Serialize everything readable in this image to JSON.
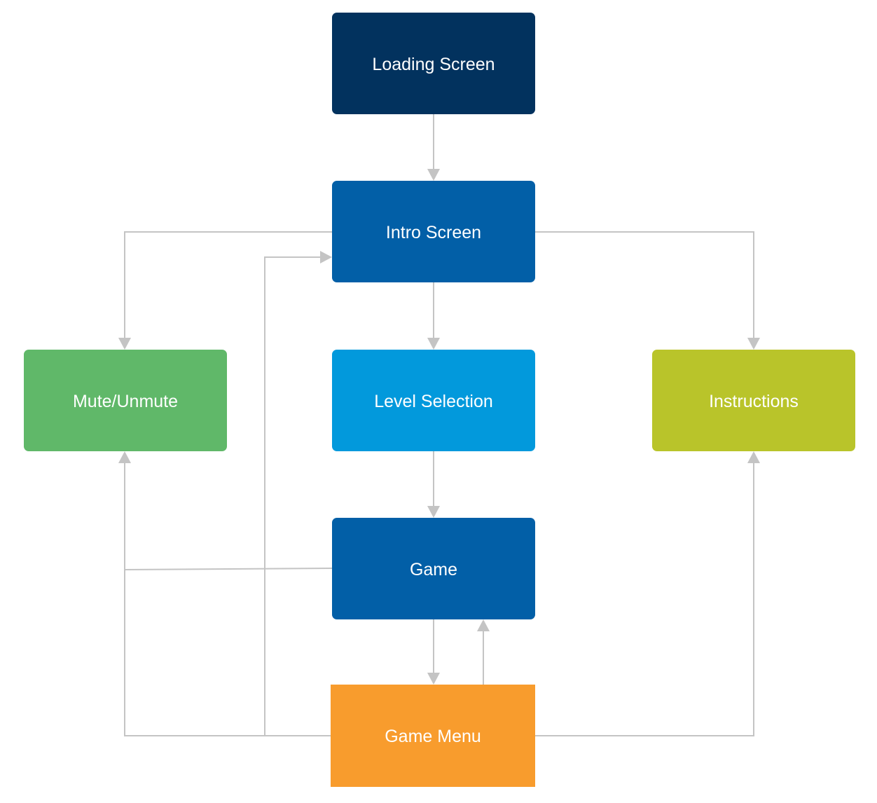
{
  "nodes": [
    {
      "id": "loading",
      "label": "Loading Screen",
      "color": "#02325e"
    },
    {
      "id": "intro",
      "label": "Intro Screen",
      "color": "#025fa7"
    },
    {
      "id": "mute",
      "label": "Mute/Unmute",
      "color": "#60b869"
    },
    {
      "id": "level",
      "label": "Level Selection",
      "color": "#0299dc"
    },
    {
      "id": "instructions",
      "label": "Instructions",
      "color": "#b9c42a"
    },
    {
      "id": "game",
      "label": "Game",
      "color": "#025fa7"
    },
    {
      "id": "menu",
      "label": "Game Menu",
      "color": "#f89c2d"
    }
  ],
  "edges": [
    {
      "from": "loading",
      "to": "intro"
    },
    {
      "from": "intro",
      "to": "mute"
    },
    {
      "from": "intro",
      "to": "instructions"
    },
    {
      "from": "intro",
      "to": "level"
    },
    {
      "from": "level",
      "to": "game"
    },
    {
      "from": "game",
      "to": "menu"
    },
    {
      "from": "menu",
      "to": "game"
    },
    {
      "from": "game",
      "to": "mute"
    },
    {
      "from": "menu",
      "to": "mute"
    },
    {
      "from": "menu",
      "to": "intro"
    },
    {
      "from": "menu",
      "to": "instructions"
    }
  ],
  "style": {
    "edge_color": "#c4c4c4",
    "label_color": "#ffffff",
    "background": "#ffffff"
  }
}
